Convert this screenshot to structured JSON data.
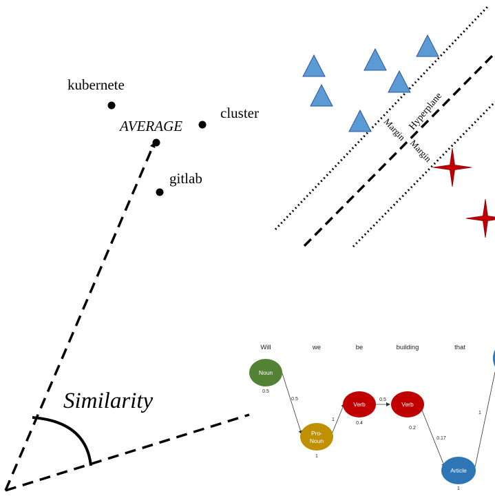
{
  "word_embedding": {
    "words": [
      {
        "label": "kubernete"
      },
      {
        "label": "cluster"
      },
      {
        "label": "gitlab"
      }
    ],
    "average_label": "AVERAGE",
    "similarity_label": "Similarity"
  },
  "svm": {
    "hyperplane_label": "Hyperplane",
    "margin_left_label": "Margin",
    "margin_right_label": "Margin",
    "class_a_color": "#5b9bd5",
    "class_b_color": "#c00000",
    "class_a_shape": "triangle",
    "class_b_shape": "four-point-star"
  },
  "pos_tagging": {
    "words": [
      "Will",
      "we",
      "be",
      "building",
      "that"
    ],
    "nodes": [
      {
        "label": "Noun",
        "prob": "0.5",
        "color": "#548235"
      },
      {
        "label": "Pro-\nNoun",
        "prob": "1",
        "color": "#bf9000"
      },
      {
        "label": "Verb",
        "prob": "0.4",
        "color": "#c00000"
      },
      {
        "label": "Verb",
        "prob": "0.2",
        "color": "#c00000"
      },
      {
        "label": "Article",
        "prob": "1",
        "color": "#2e75b6"
      }
    ],
    "edges": [
      {
        "label": "0.5"
      },
      {
        "label": "1"
      },
      {
        "label": "0.5"
      },
      {
        "label": "0.17"
      },
      {
        "label": "1"
      }
    ]
  }
}
